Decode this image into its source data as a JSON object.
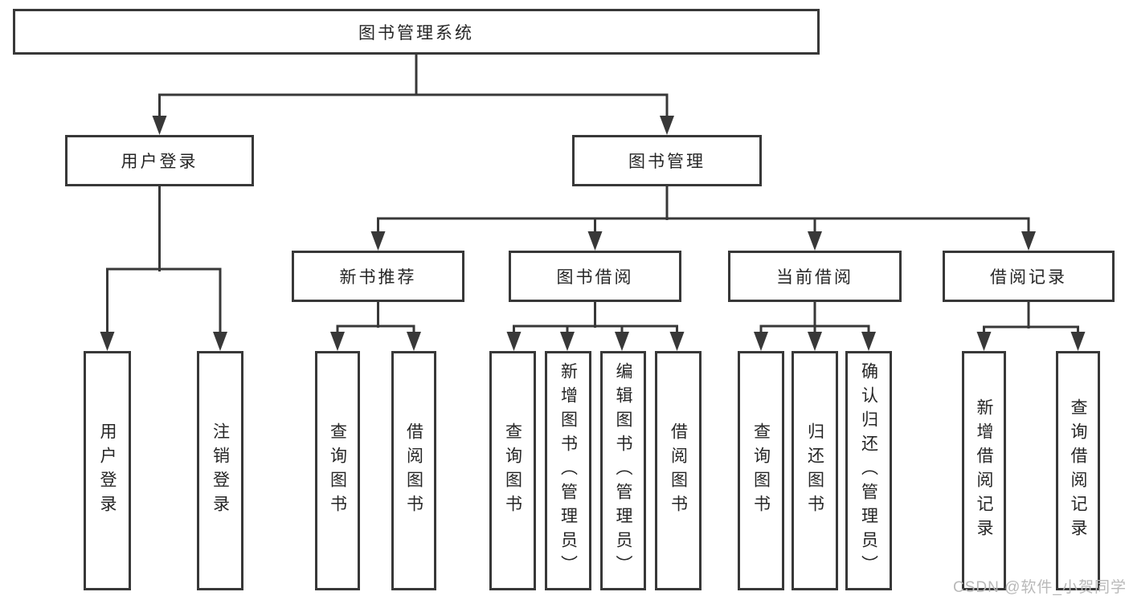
{
  "colors": {
    "line": "#383838",
    "text": "#262626",
    "background": "#ffffff",
    "watermark": "#b9b9b9"
  },
  "diagram": {
    "root": "图书管理系统",
    "level2": {
      "user_login": "用户登录",
      "book_management": "图书管理"
    },
    "level3": {
      "new_book_recommend": "新书推荐",
      "book_borrow": "图书借阅",
      "current_borrow": "当前借阅",
      "borrow_records": "借阅记录"
    },
    "leaves": {
      "user_login": "用户登录",
      "logout": "注销登录",
      "recommend_query_books": "查询图书",
      "recommend_borrow_books": "借阅图书",
      "borrow_query_books": "查询图书",
      "borrow_add_books": "新增图书（管理员）",
      "borrow_edit_books": "编辑图书（管理员）",
      "borrow_borrow_books": "借阅图书",
      "current_query_books": "查询图书",
      "current_return_books": "归还图书",
      "current_confirm_return": "确认归还（管理员）",
      "records_add_record": "新增借阅记录",
      "records_query_record": "查询借阅记录"
    }
  },
  "watermark": "CSDN @软件_小贺同学"
}
